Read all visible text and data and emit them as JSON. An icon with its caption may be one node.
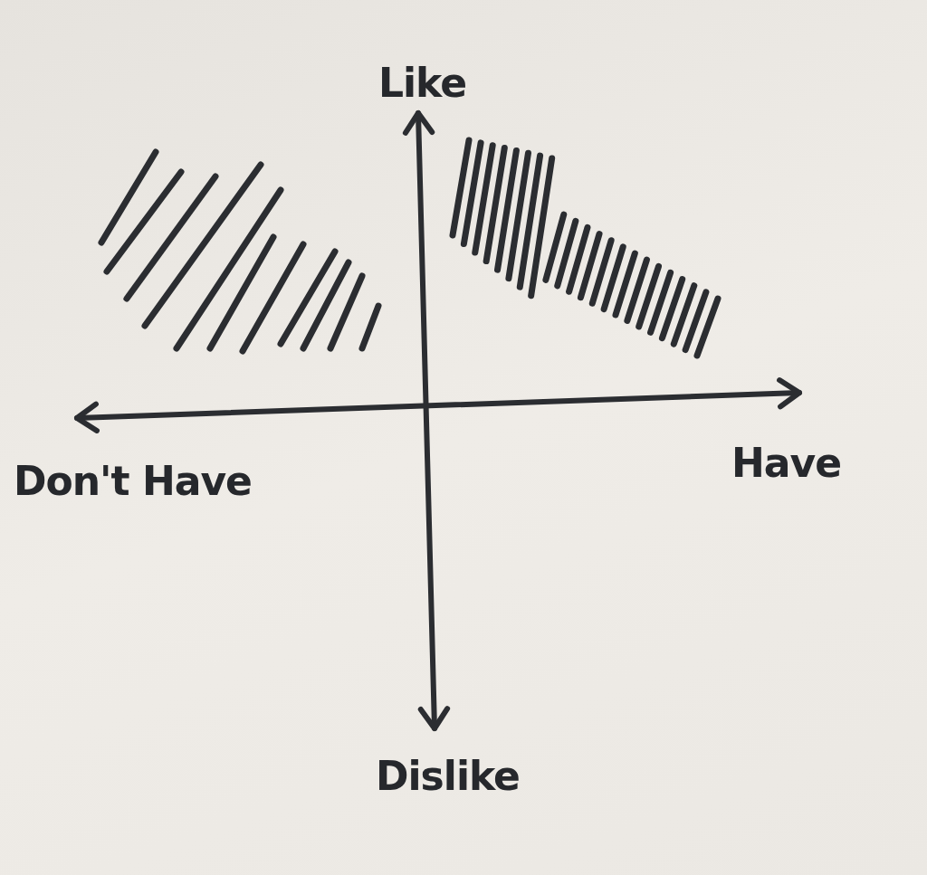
{
  "diagram": {
    "labels": [
      "Like",
      "Don't Have",
      "Have",
      "Dislike"
    ]
  }
}
